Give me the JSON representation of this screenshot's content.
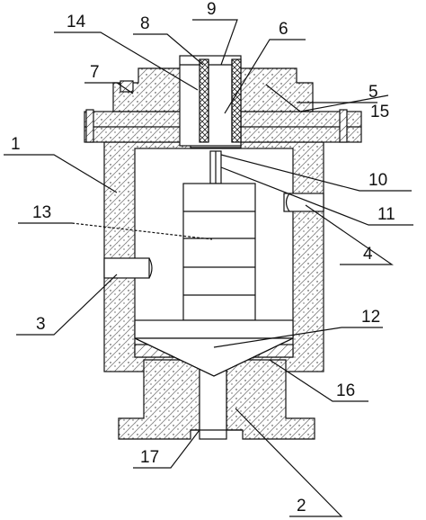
{
  "figure": {
    "labels": {
      "l1": "1",
      "l2": "2",
      "l3": "3",
      "l4": "4",
      "l5": "5",
      "l6": "6",
      "l7": "7",
      "l8": "8",
      "l9": "9",
      "l10": "10",
      "l11": "11",
      "l12": "12",
      "l13": "13",
      "l14": "14",
      "l15": "15",
      "l16": "16",
      "l17": "17"
    }
  }
}
